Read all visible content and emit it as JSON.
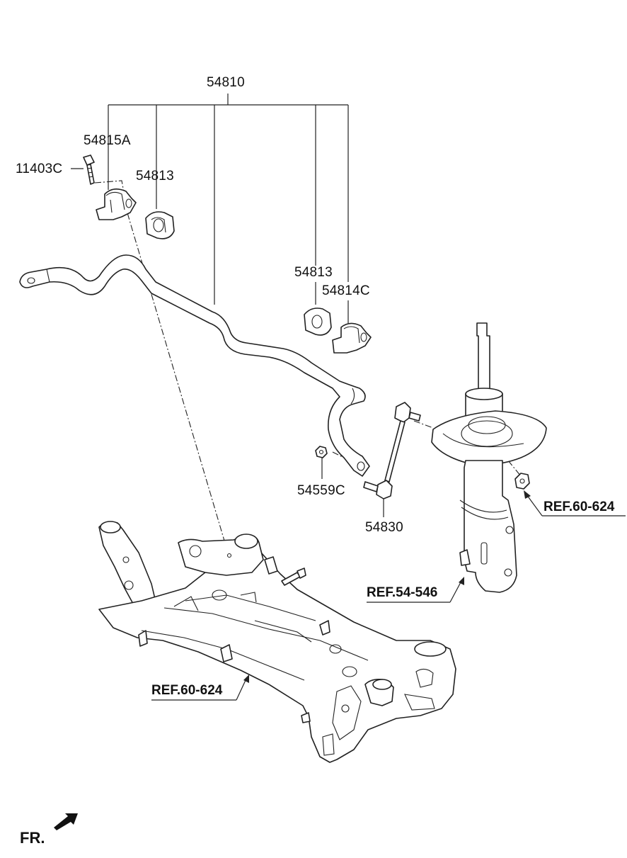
{
  "parts": {
    "stabilizer_bar_assy": "54810",
    "bracket_a": "54815A",
    "bolt": "11403C",
    "bushing_left": "54813",
    "bushing_right": "54813",
    "bracket_c": "54814C",
    "nut": "54559C",
    "link_assy": "54830"
  },
  "references": {
    "knuckle_ref": "REF.60-624",
    "strut_ref": "REF.54-546",
    "subframe_ref": "REF.60-624"
  },
  "orientation": "FR."
}
